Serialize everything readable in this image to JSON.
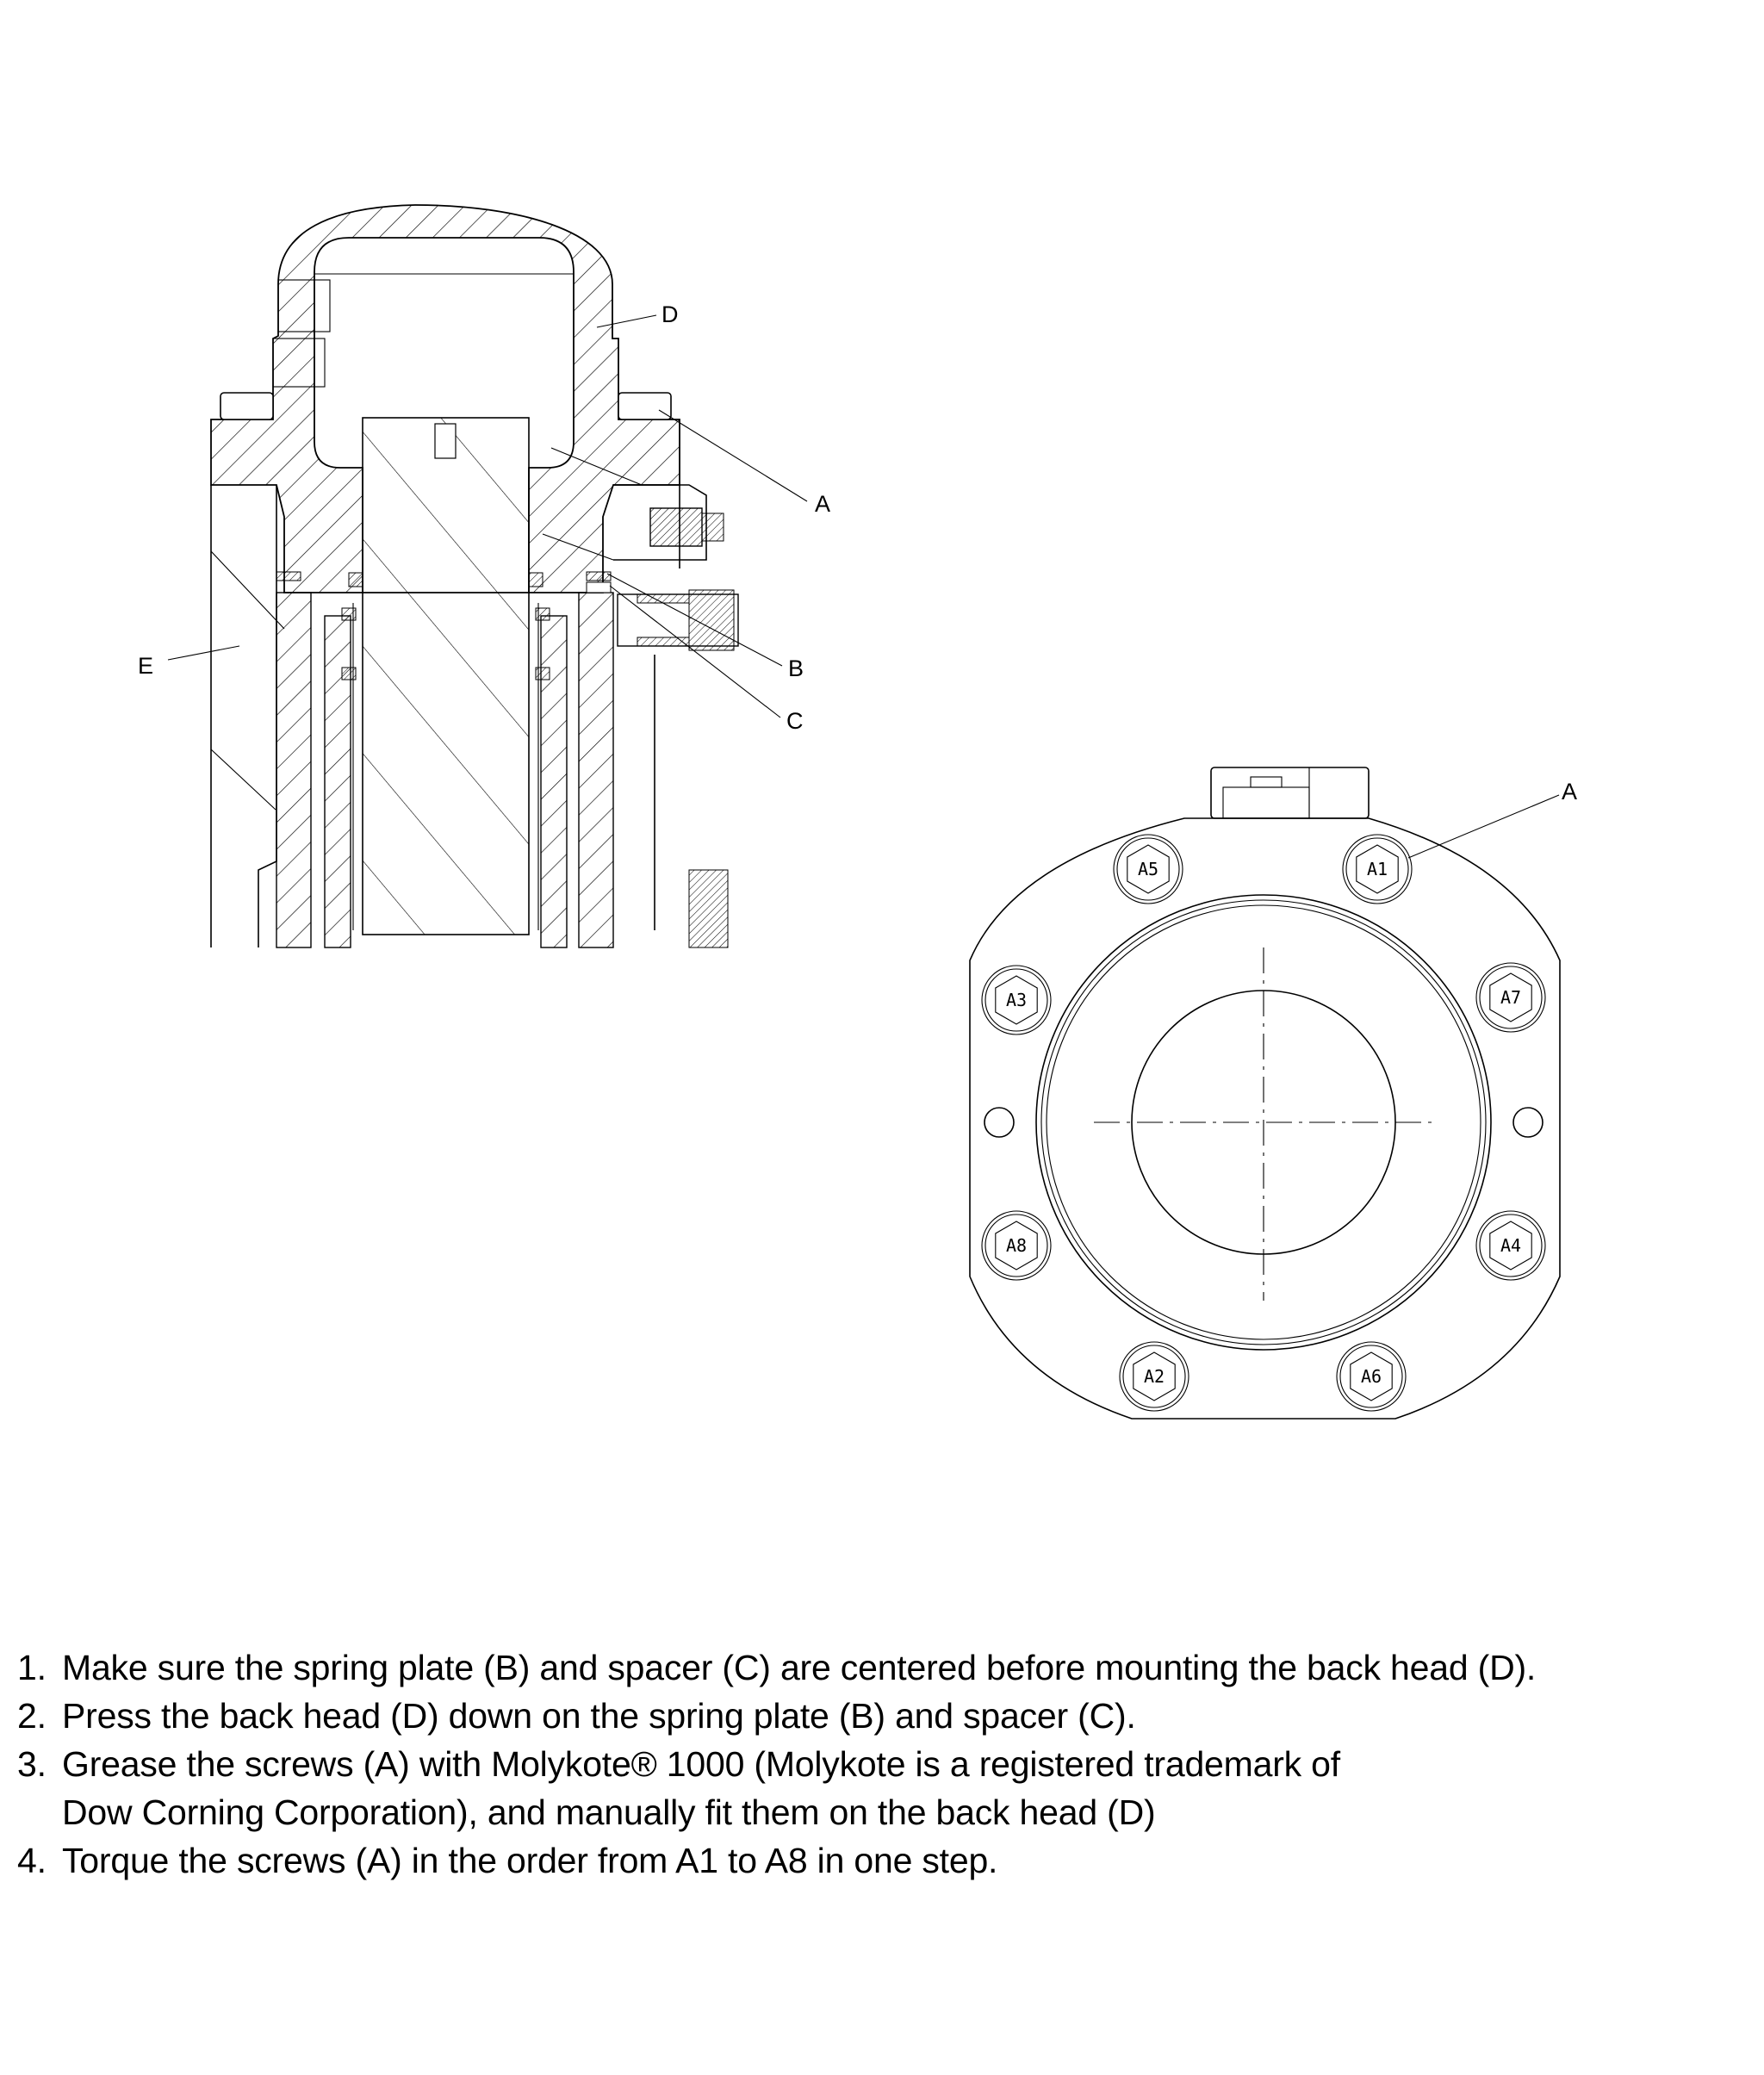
{
  "section_view": {
    "labels": {
      "D": "D",
      "A": "A",
      "B": "B",
      "C": "C",
      "E": "E"
    }
  },
  "end_view": {
    "label_A": "A",
    "bolts": [
      "A1",
      "A2",
      "A3",
      "A4",
      "A5",
      "A6",
      "A7",
      "A8"
    ]
  },
  "instructions": {
    "steps": [
      {
        "num": "1.",
        "text": "Make sure the spring plate (B) and spacer (C) are centered before mounting the back head (D)."
      },
      {
        "num": "2.",
        "text": "Press the back head (D) down on the spring plate (B) and spacer (C)."
      },
      {
        "num": "3.",
        "text": "Grease the screws (A) with Molykote® 1000 (Molykote is a registered trademark of",
        "continuation": "Dow Corning Corporation), and manually fit them on the back head (D)"
      },
      {
        "num": "4.",
        "text": "Torque the screws (A) in the order from A1 to A8 in one step."
      }
    ]
  }
}
